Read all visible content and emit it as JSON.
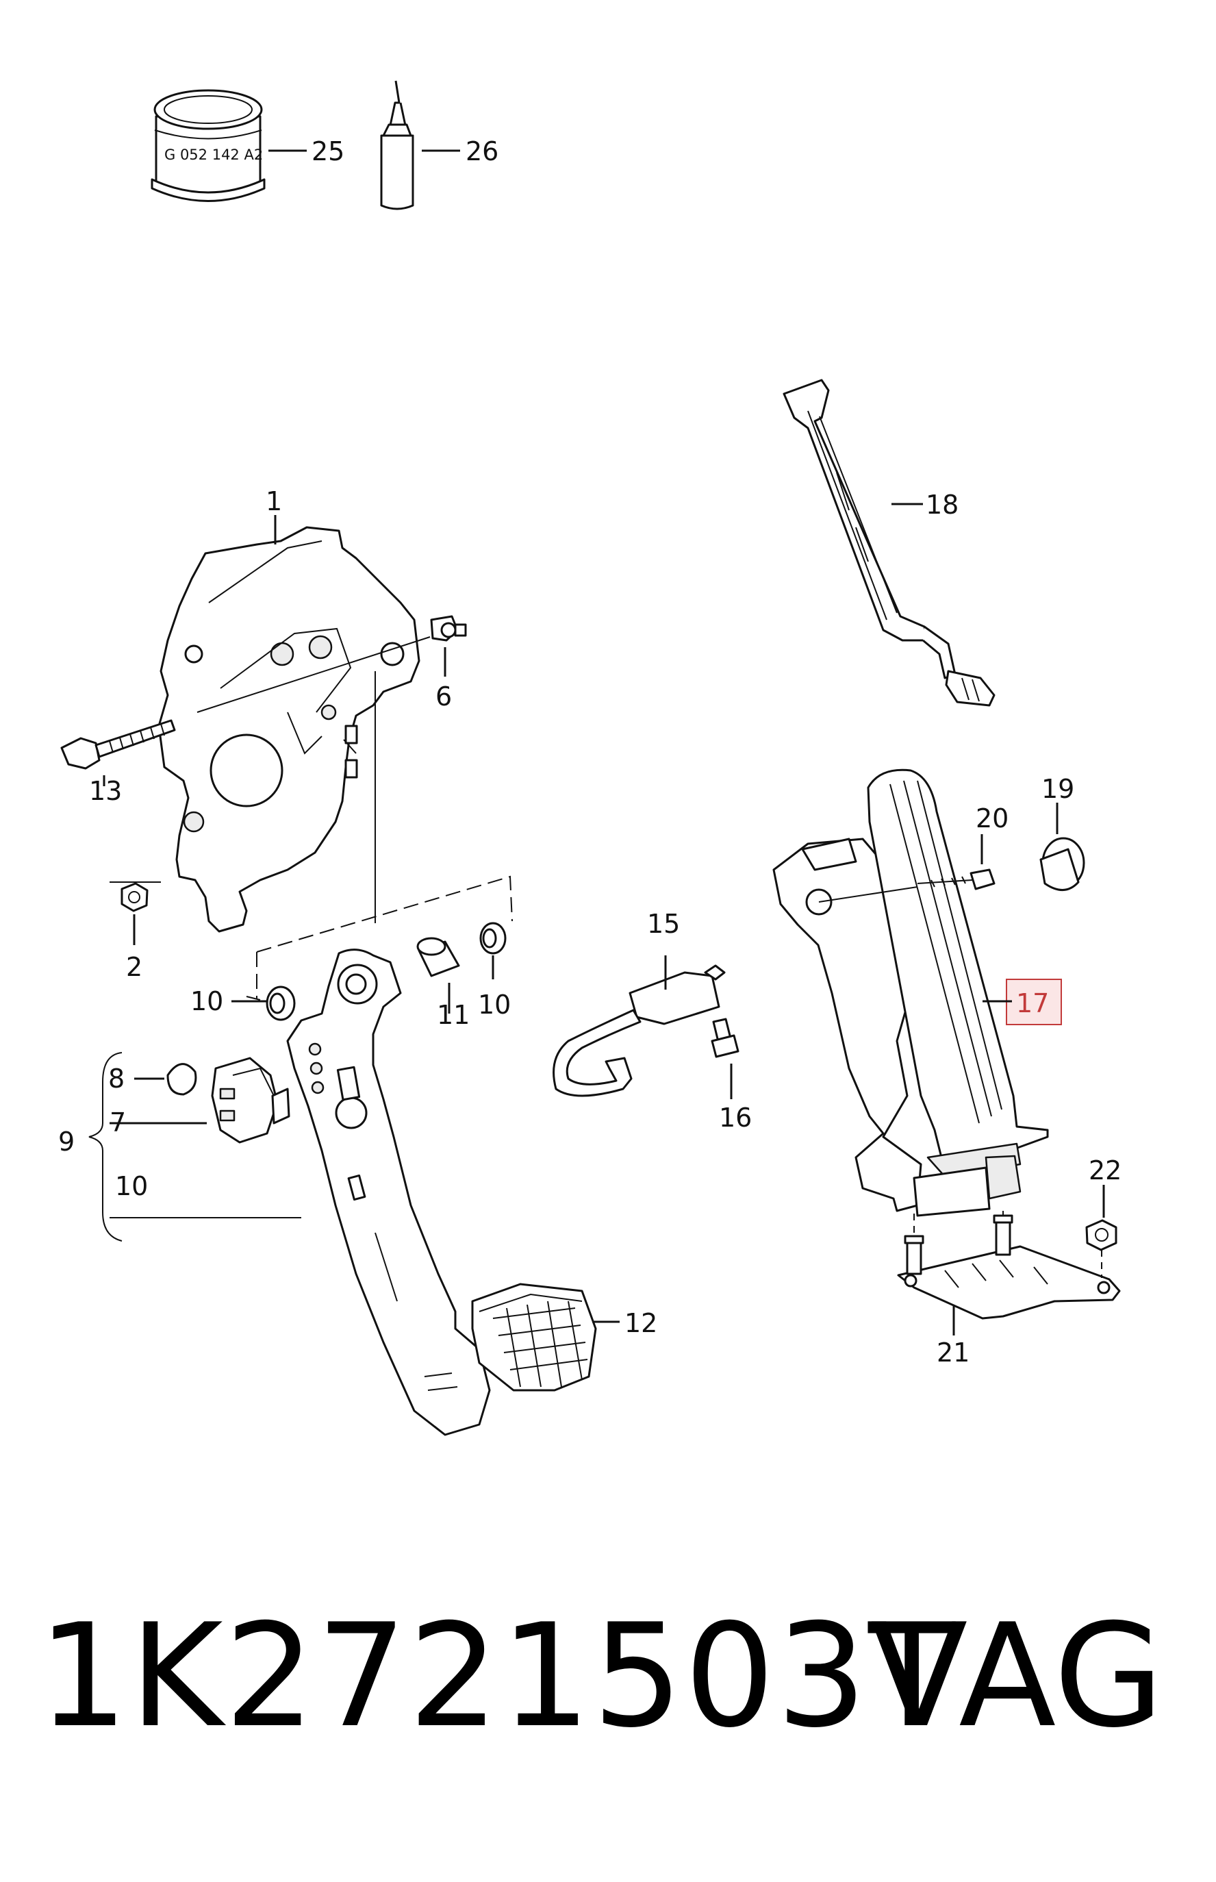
{
  "callouts": {
    "c1": "1",
    "c2": "2",
    "c6": "6",
    "c7": "7",
    "c8": "8",
    "c9": "9",
    "c10a": "10",
    "c10b": "10",
    "c10c": "10",
    "c11": "11",
    "c12": "12",
    "c13": "13",
    "c15": "15",
    "c16": "16",
    "c17": "17",
    "c18": "18",
    "c19": "19",
    "c20": "20",
    "c21": "21",
    "c22": "22",
    "c25": "25",
    "c26": "26"
  },
  "can_label": "G 052 142 A2",
  "footer": {
    "part_number": "1K2721503T",
    "brand": "VAG"
  },
  "colors": {
    "highlight_border": "#c23a3a",
    "highlight_fill": "#fbe6e6",
    "ink": "#111111"
  }
}
